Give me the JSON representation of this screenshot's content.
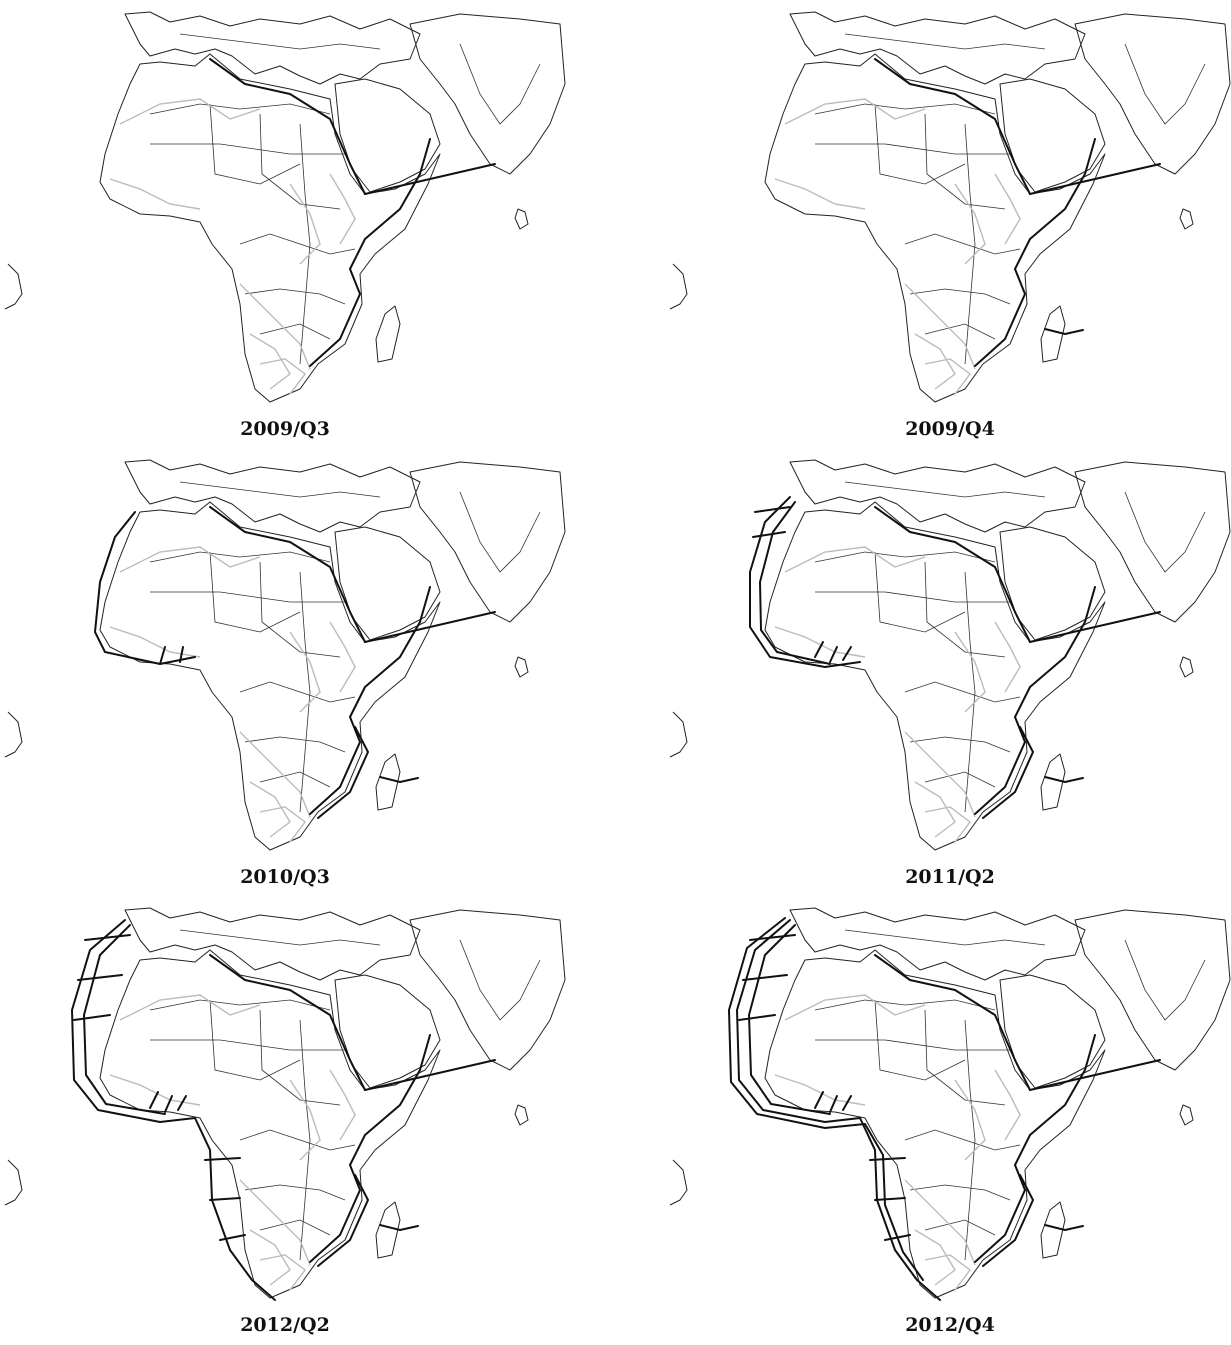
{
  "panels": [
    {
      "id": "p1",
      "label": "2009/Q3",
      "stage": 0
    },
    {
      "id": "p2",
      "label": "2009/Q4",
      "stage": 1
    },
    {
      "id": "p3",
      "label": "2010/Q3",
      "stage": 2
    },
    {
      "id": "p4",
      "label": "2011/Q2",
      "stage": 3
    },
    {
      "id": "p5",
      "label": "2012/Q2",
      "stage": 4
    },
    {
      "id": "p6",
      "label": "2012/Q4",
      "stage": 5
    }
  ],
  "colors": {
    "land_outline": "#222222",
    "internal_network": "#b7bcc0",
    "cables": "#111111"
  }
}
